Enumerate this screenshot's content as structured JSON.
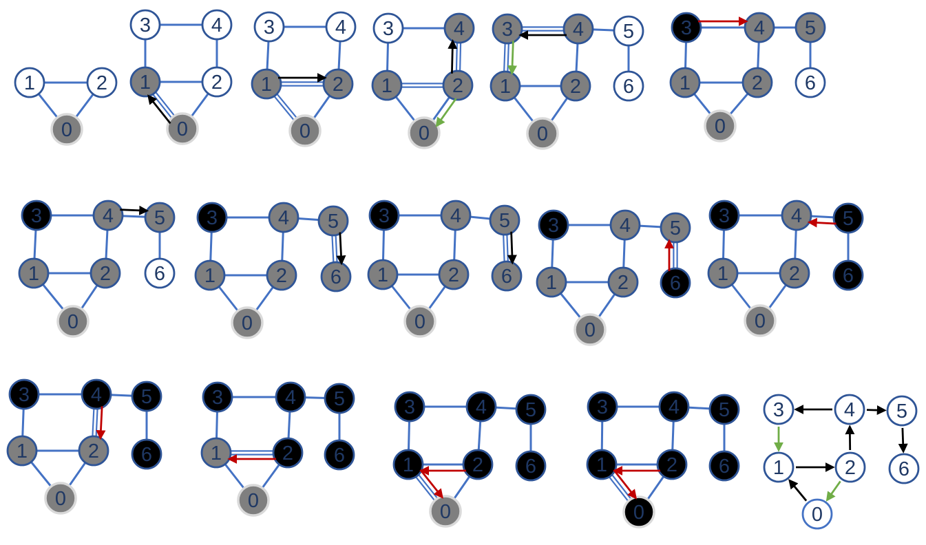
{
  "colors": {
    "edge": "#4472C4",
    "node_border": "#2F5597",
    "white_fill": "#ffffff",
    "gray_fill": "#7F7F7F",
    "black_fill": "#000000",
    "start_ring": "#D9D9D9",
    "label_dark": "#1F3864",
    "arrow_black": "#000000",
    "arrow_red": "#C00000",
    "arrow_green": "#70AD47"
  },
  "edges": [
    [
      "0",
      "1"
    ],
    [
      "0",
      "2"
    ],
    [
      "1",
      "2"
    ],
    [
      "1",
      "3"
    ],
    [
      "2",
      "4"
    ],
    [
      "3",
      "4"
    ],
    [
      "4",
      "5"
    ],
    [
      "5",
      "6"
    ]
  ],
  "panels": [
    {
      "nodes": {
        "0": "gray",
        "1": "white",
        "2": "white"
      },
      "tree": [],
      "arrows": []
    },
    {
      "nodes": {
        "0": "gray",
        "1": "gray",
        "2": "white",
        "3": "white",
        "4": "white"
      },
      "tree": [
        [
          "0",
          "1"
        ]
      ],
      "arrows": [
        {
          "from": "0",
          "to": "1",
          "color": "black"
        }
      ]
    },
    {
      "nodes": {
        "0": "gray",
        "1": "gray",
        "2": "gray",
        "3": "white",
        "4": "white"
      },
      "tree": [
        [
          "0",
          "1"
        ],
        [
          "1",
          "2"
        ]
      ],
      "arrows": [
        {
          "from": "1",
          "to": "2",
          "color": "black"
        }
      ]
    },
    {
      "nodes": {
        "0": "gray",
        "1": "gray",
        "2": "gray",
        "3": "white",
        "4": "gray"
      },
      "tree": [
        [
          "1",
          "2"
        ],
        [
          "2",
          "4"
        ]
      ],
      "arrows": [
        {
          "from": "2",
          "to": "4",
          "color": "black"
        },
        {
          "from": "2",
          "to": "0",
          "color": "green"
        }
      ]
    },
    {
      "nodes": {
        "0": "gray",
        "1": "gray",
        "2": "gray",
        "3": "gray",
        "4": "gray",
        "5": "white",
        "6": "white"
      },
      "tree": [
        [
          "3",
          "4"
        ],
        [
          "1",
          "3"
        ]
      ],
      "arrows": [
        {
          "from": "4",
          "to": "3",
          "color": "black"
        },
        {
          "from": "3",
          "to": "1",
          "color": "green"
        }
      ]
    },
    {
      "nodes": {
        "0": "gray",
        "1": "gray",
        "2": "gray",
        "3": "black",
        "4": "gray",
        "5": "gray",
        "6": "white"
      },
      "tree": [],
      "arrows": [
        {
          "from": "3",
          "to": "4",
          "color": "red"
        }
      ]
    },
    {
      "nodes": {
        "0": "gray",
        "1": "gray",
        "2": "gray",
        "3": "black",
        "4": "gray",
        "5": "gray",
        "6": "white"
      },
      "tree": [],
      "arrows": [
        {
          "from": "4",
          "to": "5",
          "color": "black"
        }
      ]
    },
    {
      "nodes": {
        "0": "gray",
        "1": "gray",
        "2": "gray",
        "3": "black",
        "4": "gray",
        "5": "gray",
        "6": "gray"
      },
      "tree": [
        [
          "5",
          "6"
        ]
      ],
      "arrows": [
        {
          "from": "5",
          "to": "6",
          "color": "black"
        }
      ]
    },
    {
      "nodes": {
        "0": "gray",
        "1": "gray",
        "2": "gray",
        "3": "black",
        "4": "gray",
        "5": "gray",
        "6": "gray"
      },
      "tree": [
        [
          "5",
          "6"
        ]
      ],
      "arrows": [
        {
          "from": "5",
          "to": "6",
          "color": "black"
        }
      ]
    },
    {
      "nodes": {
        "0": "gray",
        "1": "gray",
        "2": "gray",
        "3": "black",
        "4": "gray",
        "5": "gray",
        "6": "black"
      },
      "tree": [
        [
          "5",
          "6"
        ]
      ],
      "arrows": [
        {
          "from": "6",
          "to": "5",
          "color": "red"
        }
      ]
    },
    {
      "nodes": {
        "0": "gray",
        "1": "gray",
        "2": "gray",
        "3": "black",
        "4": "gray",
        "5": "black",
        "6": "black"
      },
      "tree": [],
      "arrows": [
        {
          "from": "5",
          "to": "4",
          "color": "red"
        }
      ]
    },
    {
      "nodes": {
        "0": "gray",
        "1": "gray",
        "2": "gray",
        "3": "black",
        "4": "black",
        "5": "black",
        "6": "black"
      },
      "tree": [
        [
          "2",
          "4"
        ]
      ],
      "arrows": [
        {
          "from": "4",
          "to": "2",
          "color": "red"
        }
      ]
    },
    {
      "nodes": {
        "0": "gray",
        "1": "gray",
        "2": "black",
        "3": "black",
        "4": "black",
        "5": "black",
        "6": "black"
      },
      "tree": [
        [
          "1",
          "2"
        ]
      ],
      "arrows": [
        {
          "from": "2",
          "to": "1",
          "color": "red"
        }
      ]
    },
    {
      "nodes": {
        "0": "gray",
        "1": "black",
        "2": "black",
        "3": "black",
        "4": "black",
        "5": "black",
        "6": "black"
      },
      "tree": [
        [
          "0",
          "1"
        ]
      ],
      "arrows": [
        {
          "from": "2",
          "to": "1",
          "color": "red"
        },
        {
          "from": "1",
          "to": "0",
          "color": "red"
        }
      ]
    },
    {
      "nodes": {
        "0": "black",
        "1": "black",
        "2": "black",
        "3": "black",
        "4": "black",
        "5": "black",
        "6": "black"
      },
      "tree": [
        [
          "0",
          "1"
        ]
      ],
      "arrows": [
        {
          "from": "2",
          "to": "1",
          "color": "red"
        },
        {
          "from": "1",
          "to": "0",
          "color": "red"
        }
      ]
    },
    {
      "nodes": {
        "0": "white",
        "1": "white",
        "2": "white",
        "3": "white",
        "4": "white",
        "5": "white",
        "6": "white"
      },
      "tree": [],
      "arrows": [
        {
          "from": "0",
          "to": "1",
          "color": "black"
        },
        {
          "from": "1",
          "to": "2",
          "color": "black"
        },
        {
          "from": "2",
          "to": "4",
          "color": "black"
        },
        {
          "from": "4",
          "to": "3",
          "color": "black"
        },
        {
          "from": "4",
          "to": "5",
          "color": "black"
        },
        {
          "from": "5",
          "to": "6",
          "color": "black"
        },
        {
          "from": "3",
          "to": "1",
          "color": "green"
        },
        {
          "from": "2",
          "to": "0",
          "color": "green"
        }
      ],
      "mode": "final"
    }
  ]
}
